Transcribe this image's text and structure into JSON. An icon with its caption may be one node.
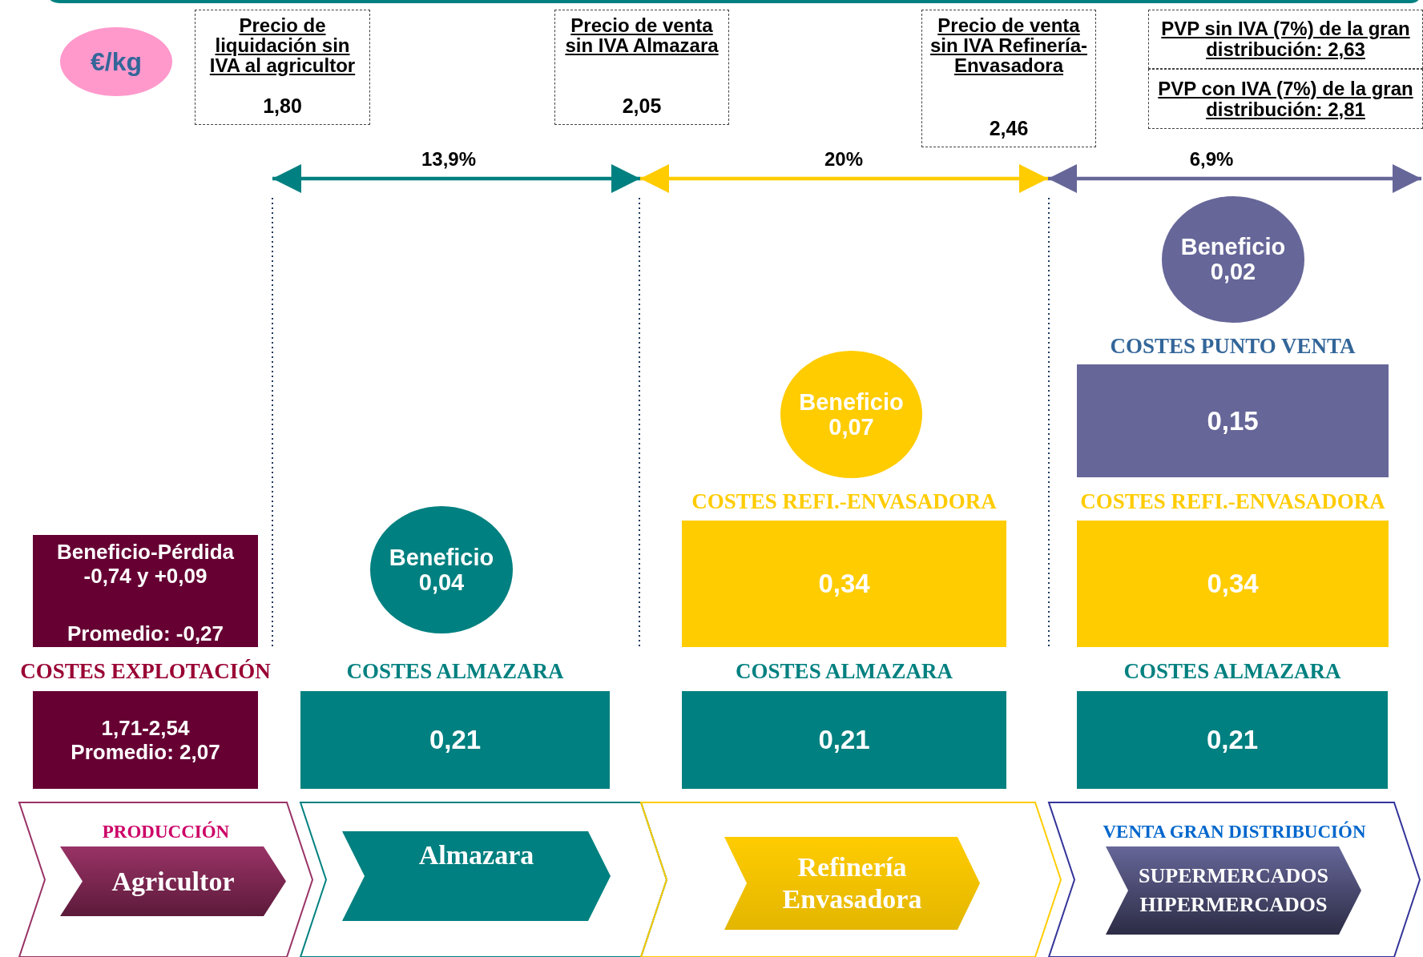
{
  "diagram": {
    "nodes": [
      {
        "text": [
          "€/kg"
        ]
      },
      {
        "text": [
          "Precio de liquidación sin IVA al agricultor",
          "1,80"
        ]
      },
      {
        "text": [
          "Precio de venta sin IVA Almazara",
          "2,05"
        ]
      },
      {
        "text": [
          "Precio de venta sin IVA Refinería-Envasadora",
          "2,46"
        ]
      },
      {
        "text": [
          "PVP sin IVA (7%) de la gran distribución: 2,63"
        ]
      },
      {
        "text": [
          "PVP con IVA (7%) de la gran distribución: 2,81"
        ]
      },
      {
        "text": [
          "Beneficio-Pérdida -0,74 y +0,09",
          "Promedio: -0,27"
        ]
      },
      {
        "text": [
          "COSTES EXPLOTACIÓN",
          "1,71-2,54 Promedio: 2,07"
        ]
      },
      {
        "text": [
          "Beneficio 0,04"
        ]
      },
      {
        "text": [
          "COSTES ALMAZARA",
          "0,21"
        ]
      },
      {
        "text": [
          "Beneficio 0,07"
        ]
      },
      {
        "text": [
          "COSTES REFI.-ENVASADORA",
          "0,34"
        ]
      },
      {
        "text": [
          "COSTES ALMAZARA",
          "0,21"
        ]
      },
      {
        "text": [
          "Beneficio 0,02"
        ]
      },
      {
        "text": [
          "COSTES PUNTO VENTA",
          "0,15"
        ]
      },
      {
        "text": [
          "COSTES REFI.-ENVASADORA",
          "0,34"
        ]
      },
      {
        "text": [
          "COSTES ALMAZARA",
          "0,21"
        ]
      },
      {
        "text": [
          "PRODUCCIÓN"
        ]
      },
      {
        "text": [
          "Agricultor"
        ],
        "in": 17
      },
      {
        "text": [],
        "shape": "chevron"
      },
      {
        "text": [
          "Almazara"
        ],
        "in": 19
      },
      {
        "text": [],
        "shape": "chevron"
      },
      {
        "text": [
          "Refinería Envasadora"
        ],
        "in": 21
      },
      {
        "text": [
          "VENTA GRAN DISTRIBUCIÓN"
        ]
      },
      {
        "text": [
          "SUPERMERCADOS HIPERMERCADOS"
        ],
        "in": 23
      }
    ],
    "edges": [],
    "labels": [
      "13,9%",
      "20%",
      "6,9%"
    ]
  }
}
